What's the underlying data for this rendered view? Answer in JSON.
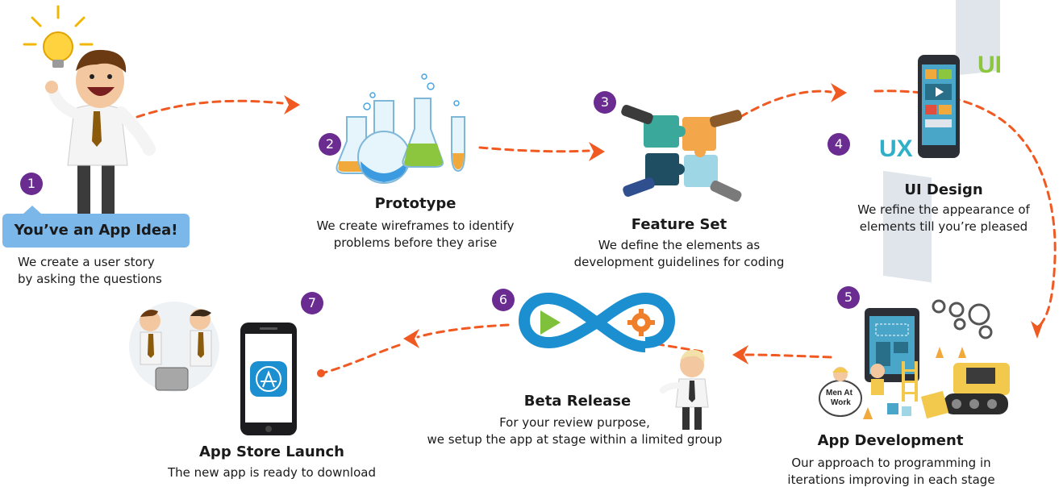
{
  "steps": [
    {
      "number": "1",
      "title": "You’ve an App Idea!",
      "desc_lines": [
        "We create a user story",
        "by asking the questions"
      ]
    },
    {
      "number": "2",
      "title": "Prototype",
      "desc_lines": [
        "We create wireframes to identify",
        "problems before they arise"
      ]
    },
    {
      "number": "3",
      "title": "Feature Set",
      "desc_lines": [
        "We define the elements as",
        "development guidelines for coding"
      ]
    },
    {
      "number": "4",
      "title": "UI Design",
      "desc_lines": [
        "We refine the appearance of",
        "elements till you’re pleased"
      ]
    },
    {
      "number": "5",
      "title": "App Development",
      "desc_lines": [
        "Our approach to programming in",
        "iterations improving in each stage"
      ]
    },
    {
      "number": "6",
      "title": "Beta Release",
      "desc_lines": [
        "For your review purpose,",
        "we setup the app at stage within a limited group"
      ]
    },
    {
      "number": "7",
      "title": "App Store Launch",
      "desc_lines": [
        "The new app is ready to download"
      ]
    }
  ],
  "illustration_labels": {
    "ui": "UI",
    "ux": "UX",
    "men_at_work_line1": "Men At",
    "men_at_work_line2": "Work"
  },
  "colors": {
    "path": "#f05a22",
    "badge": "#6a2c91",
    "bubble": "#7bb7e9",
    "beta_logo_blue": "#1b8fd0",
    "beta_logo_green": "#7fc13b",
    "beta_logo_orange": "#f07f2b"
  },
  "icons": [
    "lightbulb-icon",
    "flask-icon",
    "puzzle-icon",
    "mobile-mockup-icon",
    "gear-icon",
    "infinity-icon",
    "app-store-icon"
  ]
}
